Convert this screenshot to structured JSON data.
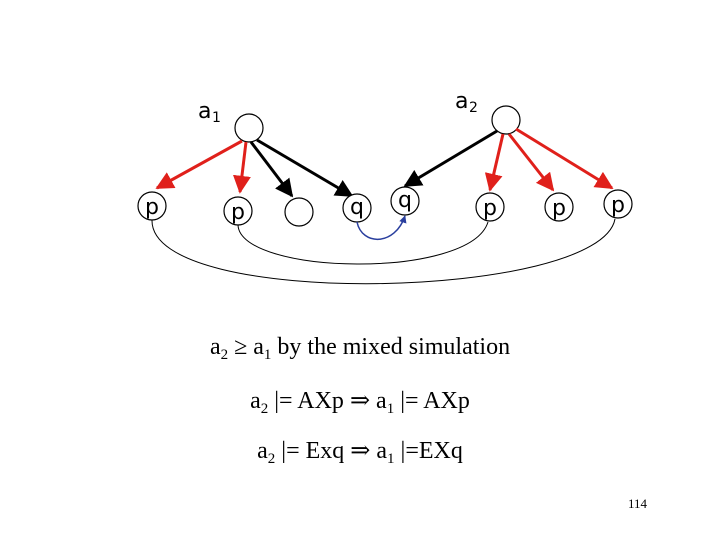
{
  "diagram": {
    "states": [
      {
        "id": "a1",
        "label": "a",
        "sub": "1"
      },
      {
        "id": "a2",
        "label": "a",
        "sub": "2"
      }
    ],
    "leaves": [
      {
        "id": "l1",
        "label": "p",
        "edge_color": "#e0201b"
      },
      {
        "id": "l2",
        "label": "p",
        "edge_color": "#e0201b"
      },
      {
        "id": "l3",
        "label": "",
        "edge_color": "#000000"
      },
      {
        "id": "l4",
        "label": "q",
        "edge_color": "#000000"
      },
      {
        "id": "l5",
        "label": "q",
        "edge_color": "#000000"
      },
      {
        "id": "l6",
        "label": "p",
        "edge_color": "#e0201b"
      },
      {
        "id": "l7",
        "label": "p",
        "edge_color": "#e0201b"
      },
      {
        "id": "l8",
        "label": "p",
        "edge_color": "#e0201b"
      }
    ],
    "colors": {
      "red_edge": "#e0201b",
      "black_edge": "#000000",
      "blue_link": "#2a3f9e"
    }
  },
  "statements": [
    {
      "lhs": "a",
      "lhs_sub": "2",
      "op": "≥",
      "rhs": "a",
      "rhs_sub": "1",
      "tail": "by the mixed simulation"
    },
    {
      "lhs": "a",
      "lhs_sub": "2",
      "mid": "|= AXp",
      "op": "⇒",
      "rhs": "a",
      "rhs_sub": "1",
      "tail": "|= AXp"
    },
    {
      "lhs": "a",
      "lhs_sub": "2",
      "mid": "|= Exq",
      "op": "⇒",
      "rhs": "a",
      "rhs_sub": "1",
      "tail": "|=EXq"
    }
  ],
  "page_number": "114"
}
